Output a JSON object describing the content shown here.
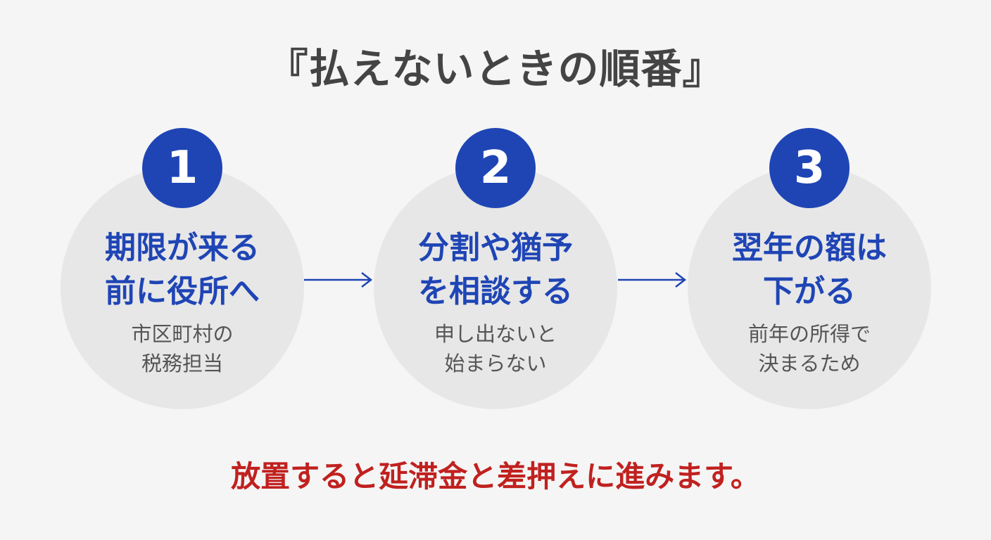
{
  "title": "『払えないときの順番』",
  "steps": [
    {
      "number": "1",
      "heading_lines": [
        "期限が来る",
        "前に役所へ"
      ],
      "note_lines": [
        "市区町村の",
        "税務担当"
      ]
    },
    {
      "number": "2",
      "heading_lines": [
        "分割や猶予",
        "を相談する"
      ],
      "note_lines": [
        "申し出ないと",
        "始まらない"
      ]
    },
    {
      "number": "3",
      "heading_lines": [
        "翌年の額は",
        "下がる"
      ],
      "note_lines": [
        "前年の所得で",
        "決まるため"
      ]
    }
  ],
  "warning": "放置すると延滞金と差押えに進みます。",
  "colors": {
    "accent_blue": "#1f45b5",
    "warning_red": "#c0211f",
    "circle_gray": "#e7e7e7",
    "title_gray": "#444444"
  },
  "icons": [
    "arrow-right-icon",
    "arrow-right-icon"
  ]
}
